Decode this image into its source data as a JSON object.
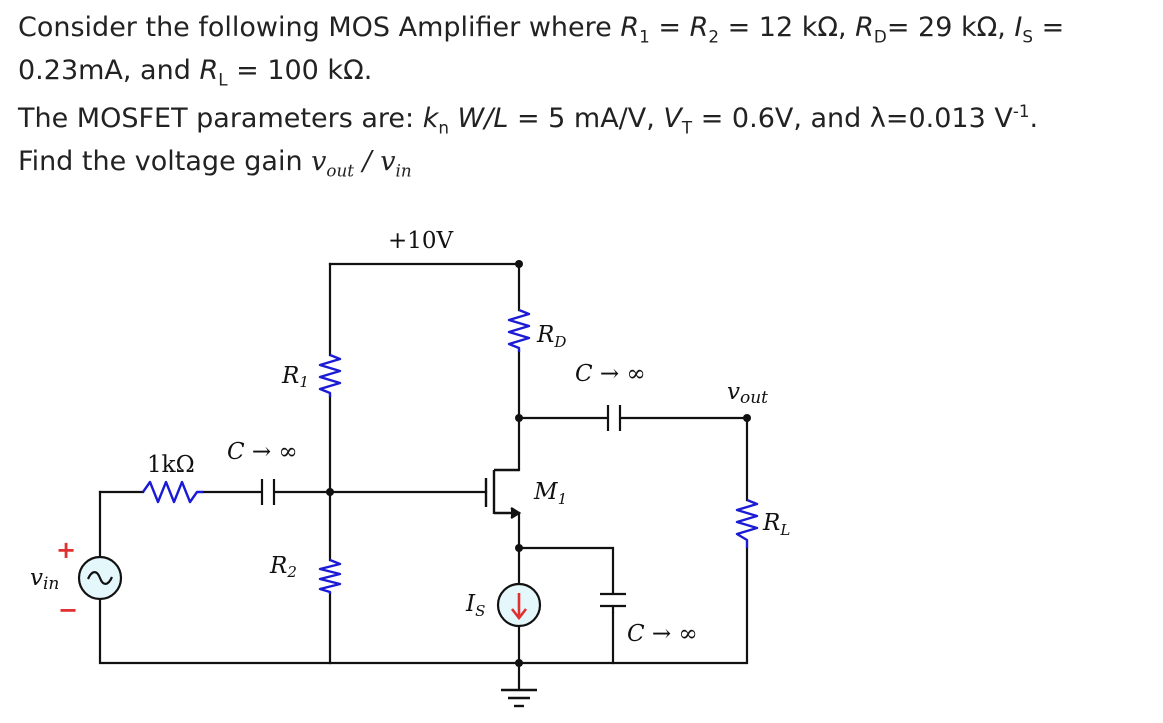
{
  "problem": {
    "line1_intro": "Consider the following MOS Amplifier where ",
    "r1_sym": "R",
    "r1_sub": "1",
    "eq1": " = ",
    "r2_sym": "R",
    "r2_sub": "2",
    "r12_value": " = 12 kΩ, ",
    "rd_sym": "R",
    "rd_sub": "D",
    "rd_value": "= 29 kΩ, ",
    "is_sym": "I",
    "is_sub": "S",
    "is_value": " = 0.23mA, and ",
    "rl_sym": "R",
    "rl_sub": "L",
    "rl_value": " = 100 kΩ.",
    "params_intro": "The MOSFET parameters are: ",
    "kn_sym": "k",
    "kn_sub": "n",
    "wl_sym": " W/L",
    "kn_value": " = 5 mA/V, ",
    "vt_sym": "V",
    "vt_sub": "T",
    "vt_value": " = 0.6V, and ",
    "lambda_value": "λ=0.013 V",
    "lambda_exp": "-1",
    "period": ".",
    "find_text": "Find the voltage gain ",
    "gain_num": "v",
    "gain_num_sub": "out",
    "gain_slash": " / ",
    "gain_den": "v",
    "gain_den_sub": "in"
  },
  "circuit": {
    "supply": "+10V",
    "r_source": "1kΩ",
    "cap_input": "C → ∞",
    "r1": {
      "sym": "R",
      "sub": "1"
    },
    "r2": {
      "sym": "R",
      "sub": "2"
    },
    "rd": {
      "sym": "R",
      "sub": "D"
    },
    "cap_output": "C → ∞",
    "cap_bypass": "C → ∞",
    "transistor": {
      "sym": "M",
      "sub": "1"
    },
    "current_source": {
      "sym": "I",
      "sub": "S"
    },
    "load": {
      "sym": "R",
      "sub": "L"
    },
    "vout": {
      "sym": "v",
      "sub": "out"
    },
    "vin": {
      "sym": "v",
      "sub": "in"
    },
    "plus": "+",
    "minus": "−"
  }
}
